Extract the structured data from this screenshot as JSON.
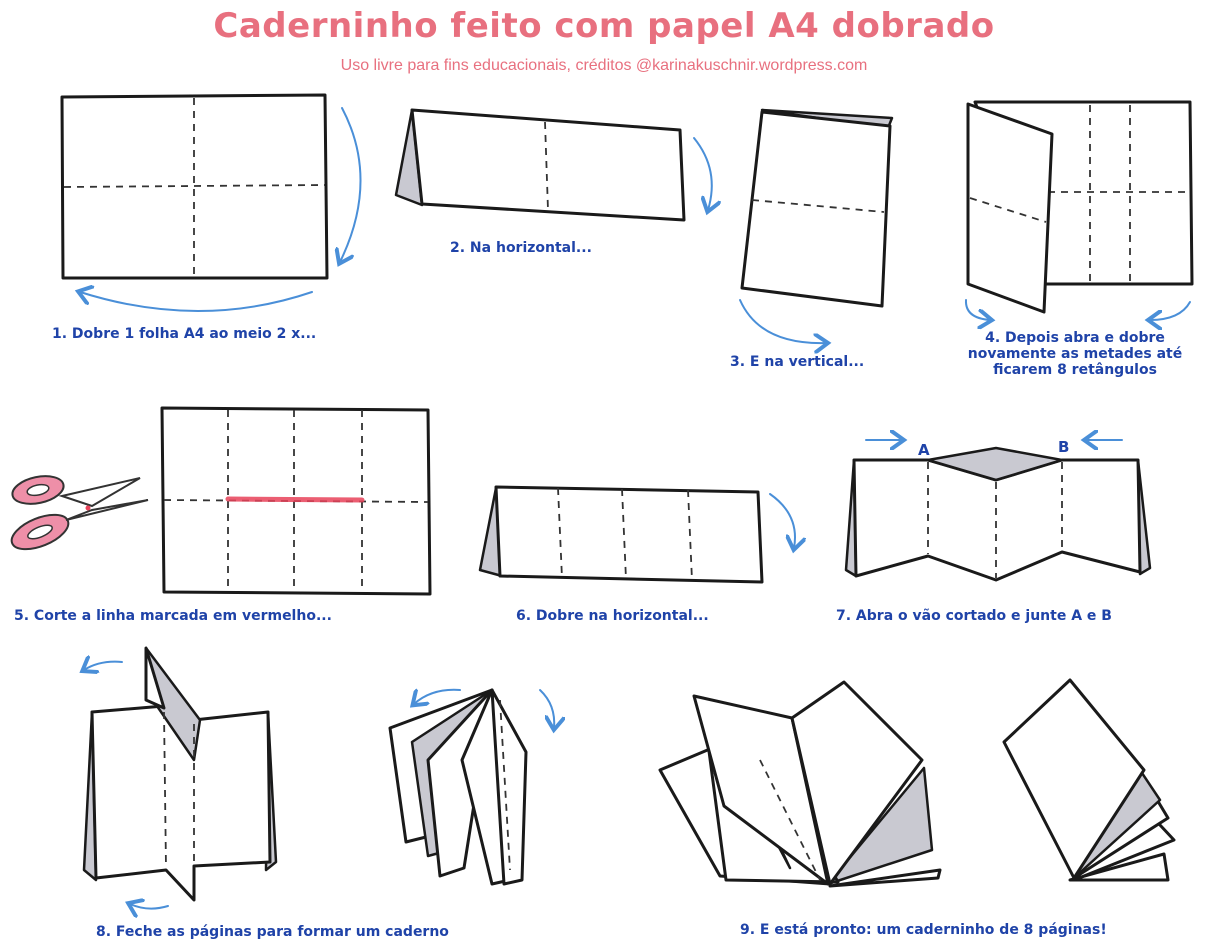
{
  "title": "Caderninho feito com papel A4 dobrado",
  "subtitle": "Uso livre para fins educacionais, créditos @karinakuschnir.wordpress.com",
  "steps": {
    "s1": "1. Dobre 1 folha A4 ao meio 2 x...",
    "s2": "2. Na horizontal...",
    "s3": "3. E na vertical...",
    "s4_l1": "4. Depois abra e dobre",
    "s4_l2": "novamente as metades até",
    "s4_l3": "ficarem 8 retângulos",
    "s5": "5. Corte a linha marcada em vermelho...",
    "s6": "6. Dobre na horizontal...",
    "s7": "7. Abra o vão cortado e junte A e B",
    "s8": "8. Feche as páginas para formar um caderno",
    "s9": "9. E está pronto: um caderninho de 8 páginas!"
  },
  "markers": {
    "a": "A",
    "b": "B"
  },
  "colors": {
    "title": "#e8707f",
    "caption": "#1f43a8",
    "arrow": "#4a8fd8",
    "cut_line": "#e8435a",
    "fold_shadow": "#c9c9d1",
    "scissors": "#ee8fa8"
  }
}
